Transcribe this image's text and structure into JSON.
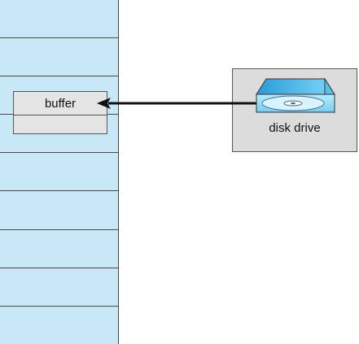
{
  "memory": {
    "slots": 9
  },
  "buffer": {
    "label": "buffer"
  },
  "disk": {
    "label": "disk drive",
    "icon": "disk-drive-icon"
  },
  "colors": {
    "memory_fill": "#c8e8f8",
    "buffer_fill": "#e4e4e4",
    "panel_fill": "#dcdcdc",
    "drive_top": "#7fd0f4",
    "drive_body": "#c0ecfc",
    "arrow": "#111111"
  }
}
